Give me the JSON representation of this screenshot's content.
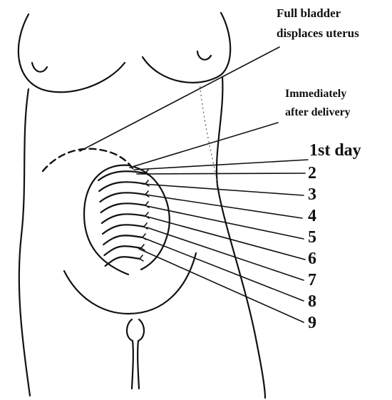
{
  "annotations": {
    "full_bladder_line1": "Full bladder",
    "full_bladder_line2": "displaces uterus",
    "immediately_line1": "Immediately",
    "immediately_line2": "after delivery",
    "day_labels": [
      "1st day",
      "2",
      "3",
      "4",
      "5",
      "6",
      "7",
      "8",
      "9"
    ]
  },
  "colors": {
    "ink": "#111111",
    "background": "#ffffff"
  }
}
